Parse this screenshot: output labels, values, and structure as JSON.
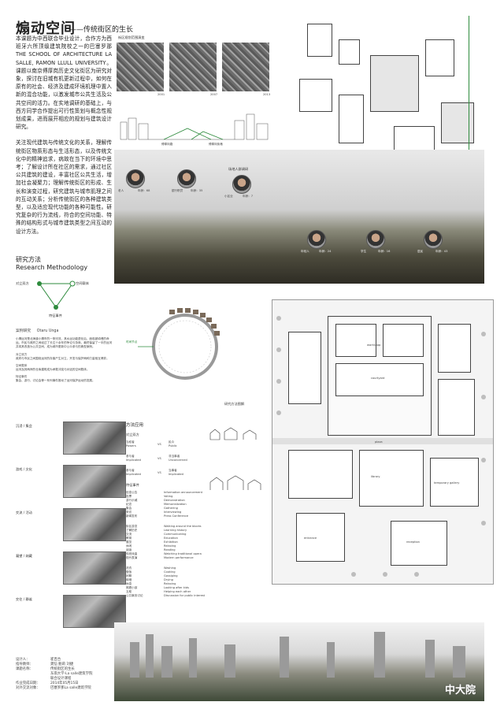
{
  "header": {
    "title": "煽动空间",
    "subtitle": "——传统街区的生长"
  },
  "intro": {
    "p1": "本课题为中西联合毕业设计，合作方为西班牙六所顶级建筑院校之一的巴塞罗那THE SCHOOL OF ARCHITECTURE LA SALLE, RAMON LLULL UNIVERSITY。课题以南京傅厚岗历史文化街区为研究对象，探讨在旧城有机更新过程中，如何在原有的社会、经济及建成环境机理中置入新的混合功能，以激发城市公共生活及公共空间的活力。在实地调研的基础上，与西方同学合作提出可行性策划与概念性规划成果，进而展开相应的规划与建筑设计研究。",
    "p2": "关注现代建筑与传统文化的关系，理解传统街区物质形态与生活形态，以及传统文化中的精神追求，病故在当下的环境中思考；了解设计所在社区的需求，通过社区公共建筑的建设，丰富社区公共生活，增加社会凝聚力；理解传统街区的形成、生长和演变过程，研究建筑与城市肌理之间的互动关系；分析传统街区的各种建筑类型，以及适应现代功能的各种可能性。研究复杂的行为流线，符合的空间功能、特殊的结构形式与城市建筑类型之间互动的设计方法。"
  },
  "research": {
    "title_cn": "研究方法",
    "title_en": "Research Methodology",
    "diagram": {
      "left": "对立双方",
      "right": "空间载体",
      "bottom": "特征事件"
    },
    "case_title": "案例研究",
    "case_name": "Otaru Unga",
    "case_text": "小樽运河是北海道小樽市的一条河流，其水运功能退化后，面临被填埋的命运。市民与政府之间经过了长达十余年的争论与协商，最终保留了一半的运河并将其改造为公共空间，成为城市更新中公众参与的典型案例。",
    "sections": [
      {
        "head": "对立双方",
        "body": "政府与市民之间围绕运河的存废产生对立，开发与保护两种力量相互博弈。"
      },
      {
        "head": "空间载体",
        "body": "运河及其两岸的仓库建筑成为承载冲突与对话的空间载体。"
      },
      {
        "head": "特征事件",
        "body": "集会、游行、讨论会等一系列事件推动了运河保护运动的发展。"
      }
    ],
    "events": [
      "沉浸 / 集会",
      "游戏 / 文化",
      "交流 / 活动",
      "凝望 / 纳藏",
      "交往 / 静谧"
    ],
    "diagram_label": "研究方法图解",
    "ring_label": "时间节点"
  },
  "method": {
    "title": "方法应用",
    "parties_title": "对立双方",
    "parties": [
      {
        "a": "当权者",
        "a_en": "Powers",
        "b": "民众",
        "b_en": "Public"
      },
      {
        "a": "参与者",
        "a_en": "Implicated",
        "b": "非当事者",
        "b_en": "Unconcerned"
      },
      {
        "a": "参与者",
        "a_en": "Implicated",
        "b": "当事者",
        "b_en": "Implicated"
      }
    ],
    "events_title": "特征事件",
    "list1": [
      {
        "cn": "信息公告",
        "en": "Information announcement"
      },
      {
        "cn": "投票",
        "en": "Voting"
      },
      {
        "cn": "游行示威",
        "en": "Demonstration"
      },
      {
        "cn": "纪念",
        "en": "Memorialization"
      },
      {
        "cn": "集会",
        "en": "Gathering"
      },
      {
        "cn": "采访",
        "en": "Interviewing"
      },
      {
        "cn": "新闻发布",
        "en": "Press Conference"
      }
    ],
    "list2": [
      {
        "cn": "街区游览",
        "en": "Walking around the blocks"
      },
      {
        "cn": "了解历史",
        "en": "Learning history"
      },
      {
        "cn": "交流",
        "en": "Communicating"
      },
      {
        "cn": "教育",
        "en": "Education"
      },
      {
        "cn": "展览",
        "en": "Exhibition"
      },
      {
        "cn": "休闲",
        "en": "Relaxing"
      },
      {
        "cn": "阅读",
        "en": "Reading"
      },
      {
        "cn": "传统戏曲",
        "en": "Watching traditional opera"
      },
      {
        "cn": "现代表演",
        "en": "Modern performance"
      }
    ],
    "list3": [
      {
        "cn": "洗衣",
        "en": "Washing"
      },
      {
        "cn": "做饭",
        "en": "Cooking"
      },
      {
        "cn": "闲聊",
        "en": "Gossiping"
      },
      {
        "cn": "晾晒",
        "en": "Drying"
      },
      {
        "cn": "休息",
        "en": "Relaxing"
      },
      {
        "cn": "照看小孩",
        "en": "Looking after kids"
      },
      {
        "cn": "互助",
        "en": "Helping each other"
      },
      {
        "cn": "公共事务讨论",
        "en": "Discussion for public interest"
      }
    ]
  },
  "site": {
    "aerial_label": "街区规划范围演变",
    "years": [
      "2001",
      "2007",
      "2013"
    ],
    "section_labels": [
      "傅厚岗路",
      "傅厚岗街巷"
    ],
    "concept_label": "概念街道示意",
    "interview_label": "场地人群调研",
    "people": [
      {
        "name": "老人",
        "age": "年龄：68"
      },
      {
        "name": "银行职员",
        "age": "年龄：35"
      },
      {
        "name": "小区业",
        "age": "年龄：7"
      }
    ],
    "people2": [
      {
        "name": "年轻人",
        "age": "年龄：24"
      },
      {
        "name": "学生",
        "age": "年龄：16"
      },
      {
        "name": "居民",
        "age": "年龄：43"
      }
    ]
  },
  "plan": {
    "labels": [
      "entrance",
      "plaza",
      "courtyard",
      "workshop",
      "library",
      "temporary gallery",
      "reception"
    ]
  },
  "credits": {
    "rows": [
      {
        "k": "设计人：",
        "v": "崔百合"
      },
      {
        "k": "指导教师：",
        "v": "龚恺 鲍莉 刘捷"
      },
      {
        "k": "课题名称：",
        "v": "传统街区的生长"
      },
      {
        "k": "",
        "v": "东南大学-La salle建筑学院"
      },
      {
        "k": "",
        "v": "联合设计课程"
      },
      {
        "k": "作业完成日期：",
        "v": "2014年05月15日"
      },
      {
        "k": "对外交流对象：",
        "v": "巴塞罗那La salle建筑学院"
      }
    ]
  },
  "watermark": "中大院"
}
